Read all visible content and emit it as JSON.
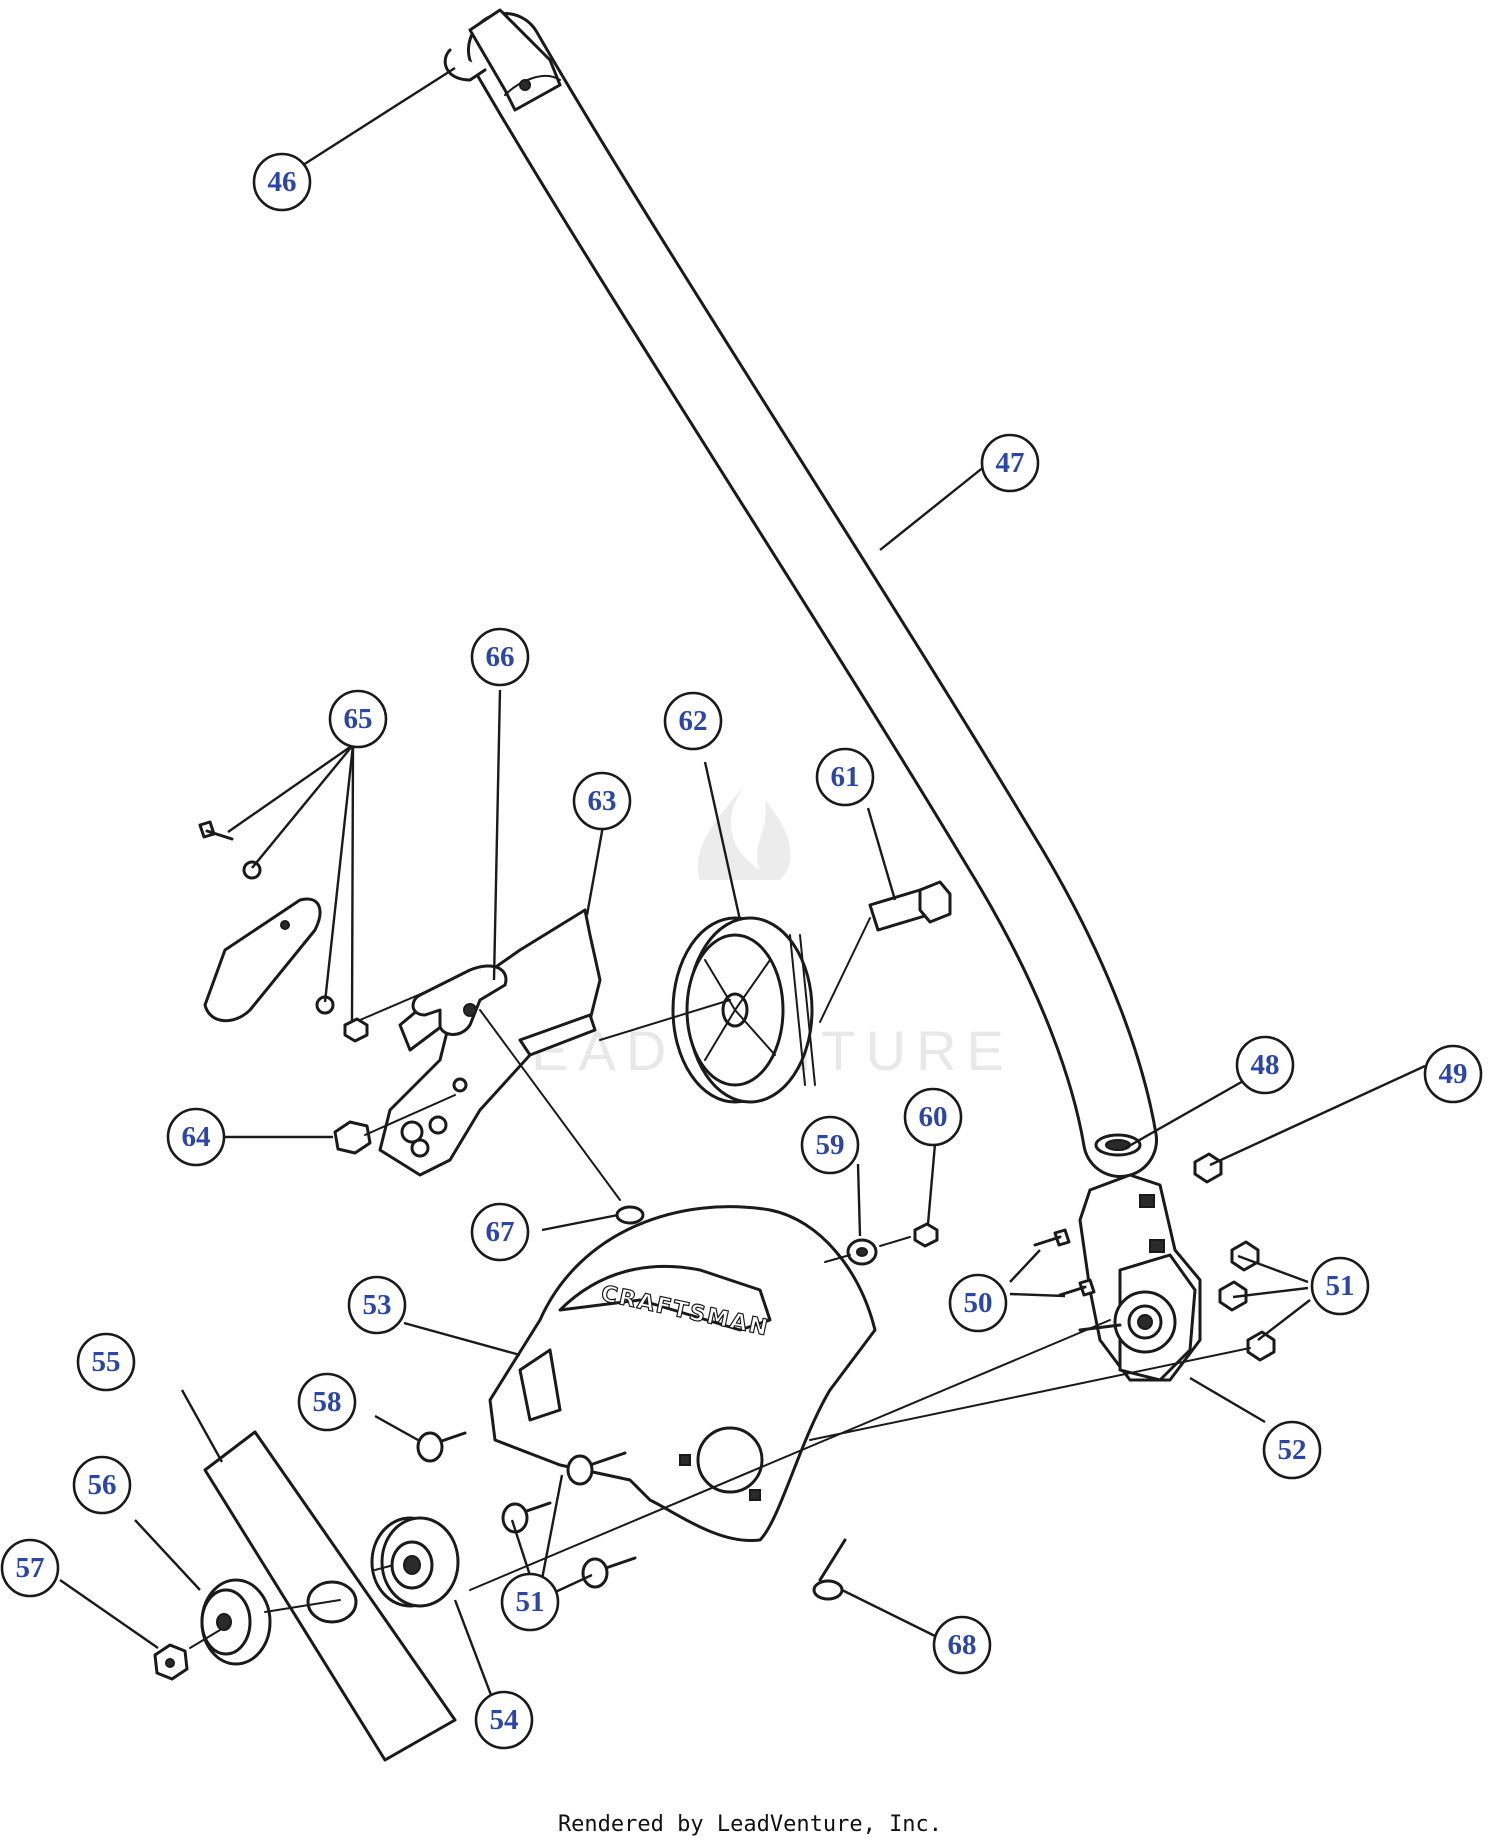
{
  "diagram": {
    "watermark": "LEADVENTURE",
    "brand_label": "CRAFTSMAN",
    "callouts": [
      "46",
      "47",
      "48",
      "49",
      "50",
      "51",
      "51",
      "52",
      "53",
      "54",
      "55",
      "56",
      "57",
      "58",
      "59",
      "60",
      "61",
      "62",
      "63",
      "64",
      "65",
      "66",
      "67",
      "68"
    ]
  },
  "footer": {
    "text": "Rendered by LeadVenture, Inc."
  }
}
